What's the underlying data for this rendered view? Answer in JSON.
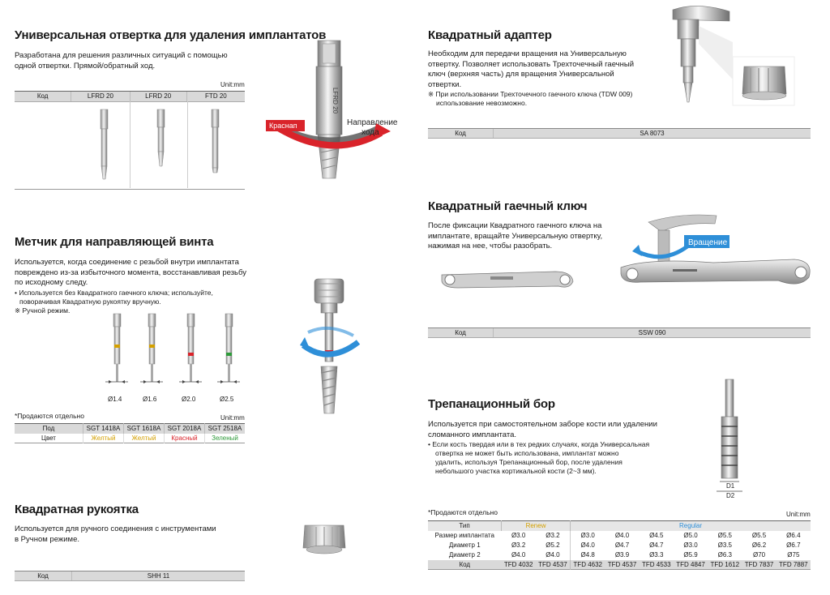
{
  "s1": {
    "title": "Универсальная отвертка для удаления имплантатов",
    "desc1": "Разработана для решения различных ситуаций с помощью",
    "desc2": "одной отвертки. Прямой/обратный ход.",
    "unit": "Unit:mm",
    "code_label": "Код",
    "codes": [
      "LFRD 20",
      "LFRD 20",
      "FTD 20"
    ],
    "red_label": "Краснап",
    "dir_label1": "Направление",
    "dir_label2": "хода",
    "tool_mark": "LFRD 20"
  },
  "s2": {
    "title": "Метчик для направляющей винта",
    "desc1": "Используется, когда соединение с резьбой внутри имплантата",
    "desc2": "повреждено из-за избыточного момента, восстанавливая резьбу",
    "desc3": "по исходному следу.",
    "bullet1": "• Используется без Квадратного гаечного ключа; используйте,",
    "bullet2": "поворачивая Квадратную рукоятку вручную.",
    "manual": "※ Ручной режим.",
    "diameters": [
      "Ø1.4",
      "Ø1.6",
      "Ø2.0",
      "Ø2.5"
    ],
    "sold_sep": "*Продаются отдельно",
    "unit": "Unit:mm",
    "row1_label": "Под",
    "codes": [
      "SGT 1418A",
      "SGT 1618A",
      "SGT 2018A",
      "SGT 2518A"
    ],
    "row2_label": "Цвет",
    "colors": [
      "Желтый",
      "Желтый",
      "Красный",
      "Зеленый"
    ]
  },
  "s3": {
    "title": "Квадратная рукоятка",
    "desc1": "Используется для ручного соединения с инструментами",
    "desc2": "в Ручном режиме.",
    "code_label": "Код",
    "code": "SHH 11"
  },
  "s4": {
    "title": "Квадратный адаптер",
    "desc1": "Необходим для передачи вращения на Универсальную",
    "desc2": "отвертку. Позволяет использовать Трехточечный гаечный",
    "desc3": "ключ (верхняя часть) для вращения Универсальной",
    "desc4": "отвертки.",
    "note1": "※ При использовании Трехточечного гаечного ключа (TDW 009)",
    "note2": "использование невозможно.",
    "code_label": "Код",
    "code": "SA 8073"
  },
  "s5": {
    "title": "Квадратный гаечный ключ",
    "desc1": "После фиксации Квадратного гаечного ключа на",
    "desc2": "имплантате, вращайте Универсальную отвертку,",
    "desc3": "нажимая на нее, чтобы разобрать.",
    "rotation": "Вращение",
    "code_label": "Код",
    "code": "SSW 090"
  },
  "s6": {
    "title": "Трепанационный бор",
    "desc1": "Используется при самостоятельном заборе кости или удалении",
    "desc2": "сломанного имплантата.",
    "bullet1": "• Если кость твердая или в тех редких случаях, когда Универсальная",
    "bullet2": "отвертка не может быть использована, имплантат можно",
    "bullet3": "удалить, используя Трепанационный бор, после удаления",
    "bullet4": "небольшого участка кортикальной кости (2~3 мм).",
    "d1": "D1",
    "d2": "D2",
    "sold_sep": "*Продаются отдельно",
    "unit": "Unit:mm",
    "type_label": "Тип",
    "renew": "Renew",
    "regular": "Regular",
    "rows": [
      {
        "label": "Размер имплантата",
        "vals": [
          "Ø3.0",
          "Ø3.2",
          "Ø3.0",
          "Ø4.0",
          "Ø4.5",
          "Ø5.0",
          "Ø5.5",
          "Ø5.5",
          "Ø6.4"
        ]
      },
      {
        "label": "Диаметр 1",
        "vals": [
          "Ø3.2",
          "Ø5.2",
          "Ø4.0",
          "Ø4.7",
          "Ø4.7",
          "Ø3.0",
          "Ø3.5",
          "Ø6.2",
          "Ø6.7"
        ]
      },
      {
        "label": "Диаметр 2",
        "vals": [
          "Ø4.0",
          "Ø4.0",
          "Ø4.8",
          "Ø3.9",
          "Ø3.3",
          "Ø5.9",
          "Ø6.3",
          "Ø70",
          "Ø75"
        ]
      },
      {
        "label": "Код",
        "vals": [
          "TFD 4032",
          "TFD 4537",
          "TFD 4632",
          "TFD 4537",
          "TFD 4533",
          "TFD 4847",
          "TFD 1612",
          "TFD 7837",
          "TFD 7887"
        ]
      }
    ]
  },
  "colors": {
    "yellow": "#d4a000",
    "red": "#d9232a",
    "green": "#2e9a3a",
    "blue": "#2e8fd8"
  }
}
